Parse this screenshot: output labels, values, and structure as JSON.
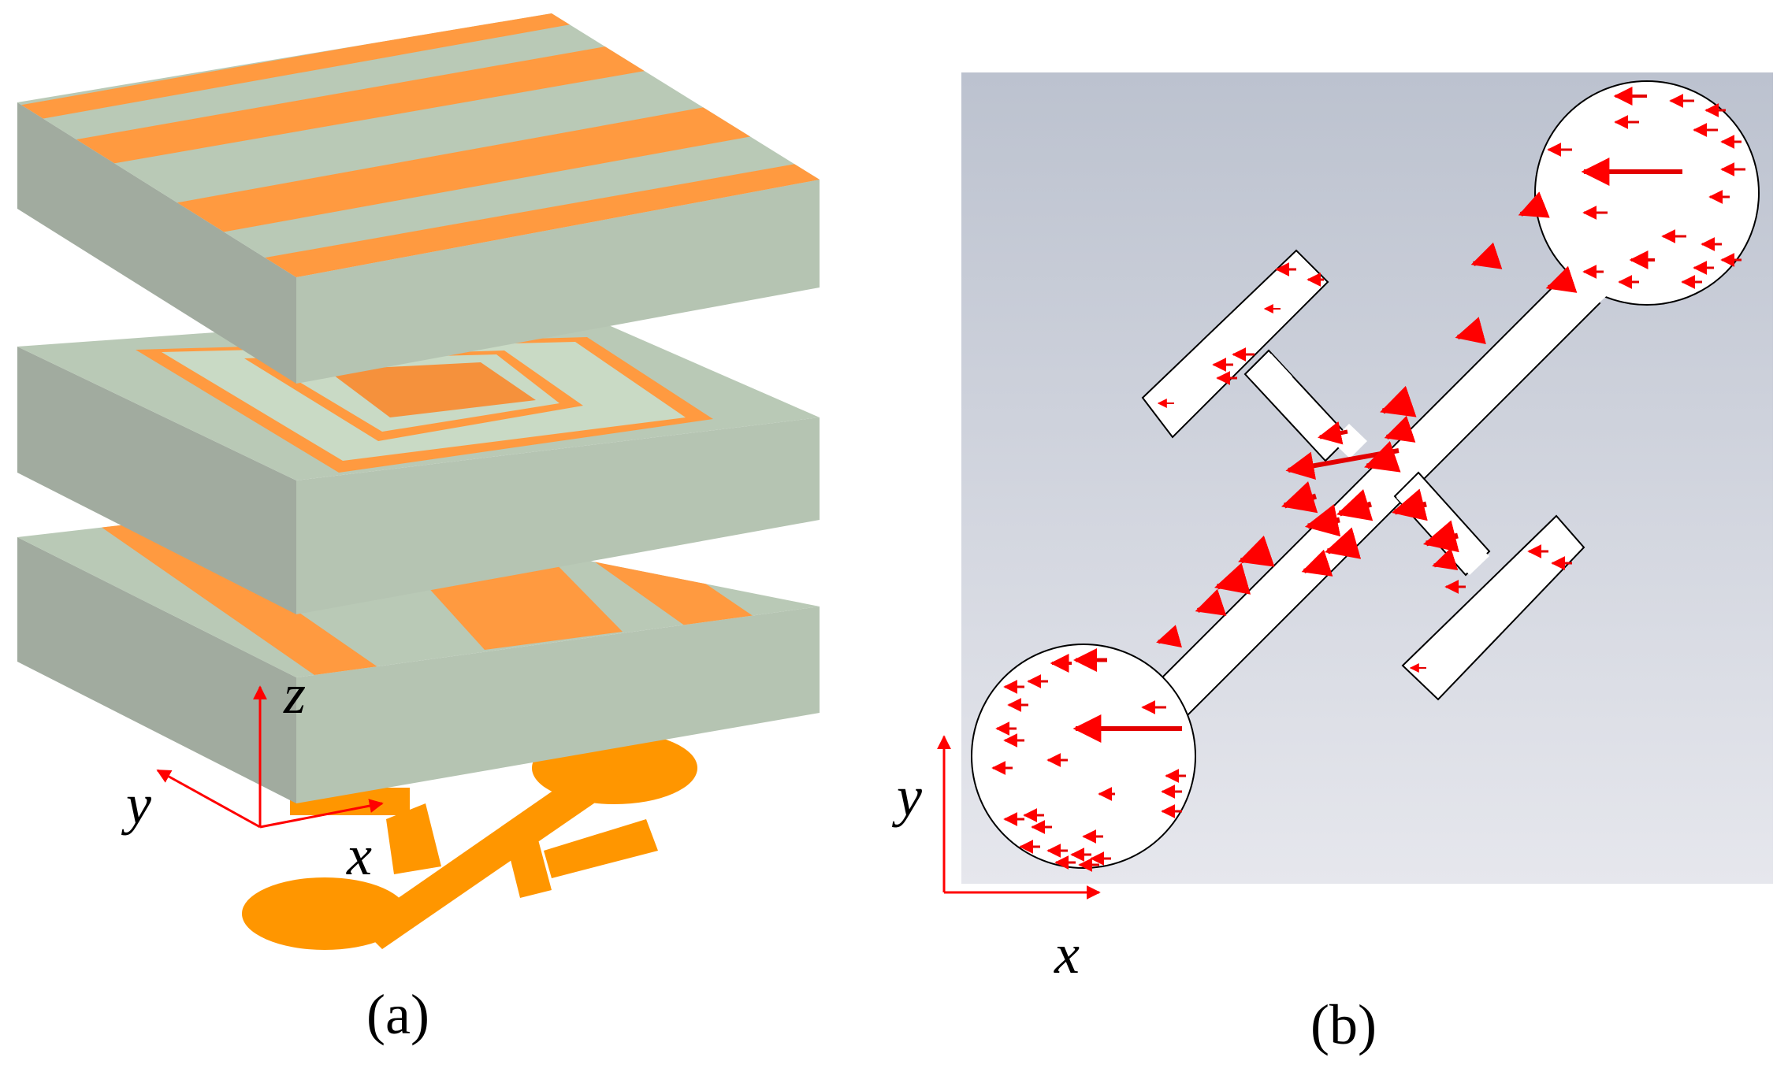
{
  "panels": {
    "a": {
      "caption": "(a)",
      "axes": {
        "z": "z",
        "y": "y",
        "x": "x"
      }
    },
    "b": {
      "caption": "(b)",
      "axes": {
        "y": "y",
        "x": "x"
      }
    }
  },
  "colors": {
    "substrate_top": "#b9c9b6",
    "substrate_front": "#b5c4b2",
    "substrate_side": "#a1ab9f",
    "strip": "#ff9a40",
    "strip_inner": "#f5913c",
    "antenna": "#ff9600",
    "axis_arrow": "#ff0000",
    "current_arrow": "#e30000",
    "background_top": "#bcc2cf",
    "background_bottom": "#e6e7ed"
  }
}
